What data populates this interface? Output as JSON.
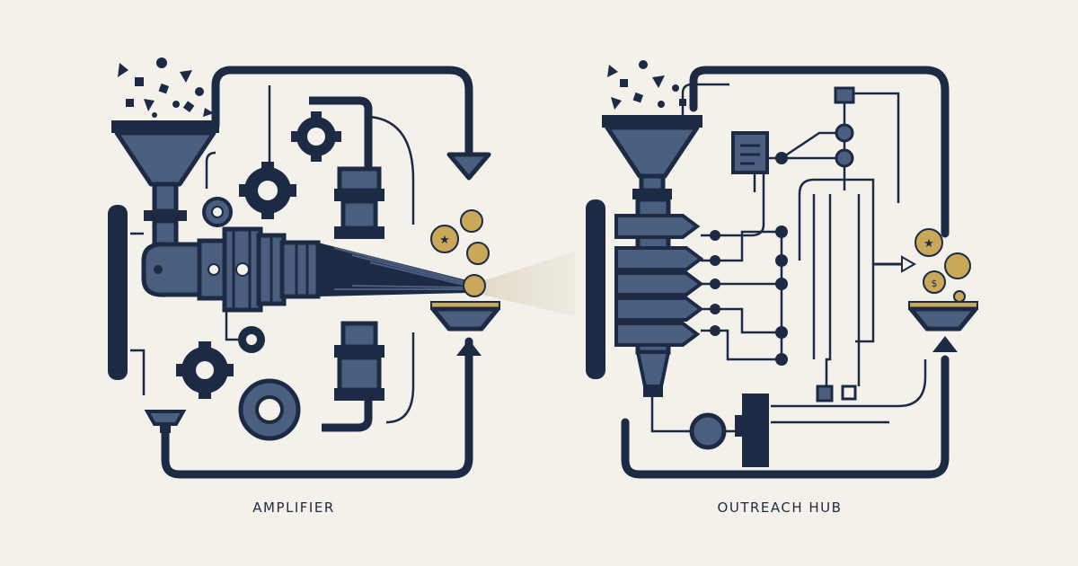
{
  "panels": [
    {
      "id": "amplifier",
      "label": "AMPLIFIER"
    },
    {
      "id": "outreach-hub",
      "label": "OUTREACH HUB"
    }
  ],
  "colors": {
    "background": "#f4f1ea",
    "navy": "#1c2a44",
    "slate": "#4a5e80",
    "gold": "#c9a85a",
    "beam": "#e2dccb"
  },
  "icons": [
    "funnel-icon",
    "gear-icon",
    "coin-icon",
    "bowl-icon",
    "arrow-icon"
  ]
}
